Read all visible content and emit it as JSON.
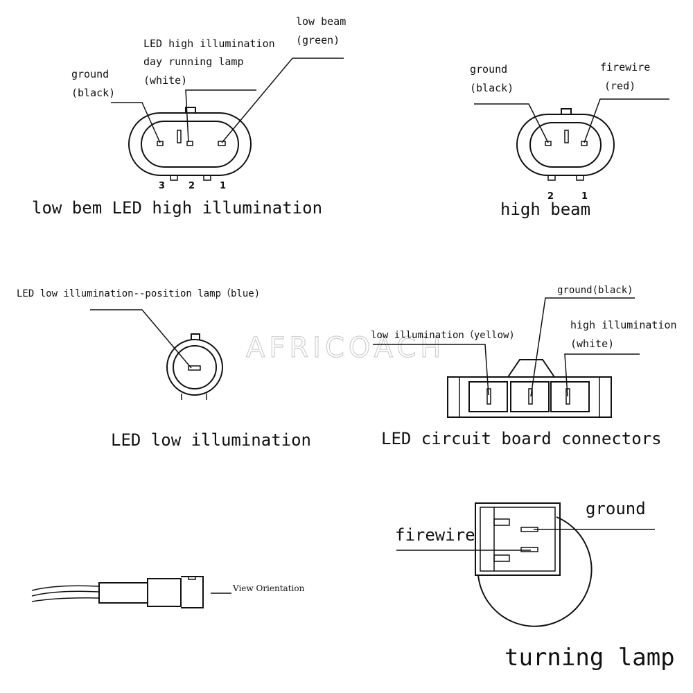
{
  "watermark": "AFRICOACH",
  "connector_low_high": {
    "title": "low bem  LED high illumination",
    "labels": {
      "ground": "ground",
      "ground_color": "(black)",
      "led_line1": "LED high illumination",
      "led_line2": "day running lamp",
      "led_color": "(white)",
      "low_beam": "low beam",
      "low_beam_color": "(green)"
    },
    "pins": [
      "3",
      "2",
      "1"
    ]
  },
  "connector_high_beam": {
    "title": "high beam",
    "labels": {
      "ground": "ground",
      "ground_color": "(black)",
      "firewire": "firewire",
      "firewire_color": "(red)"
    },
    "pins": [
      "2",
      "1"
    ]
  },
  "connector_low_illumination": {
    "title": "LED low illumination",
    "label": "LED low illumination--position lamp（blue)"
  },
  "connector_circuit_board": {
    "title": "LED circuit board connectors",
    "labels": {
      "ground": "ground(black)",
      "low_illumination": "low illumination（yellow)",
      "high_illumination": "high illumination",
      "high_illumination_color": "(white)"
    }
  },
  "cable_view": {
    "label": "View Orientation"
  },
  "turning_lamp": {
    "title": "turning lamp",
    "labels": {
      "ground": "ground",
      "firewire": "firewire"
    }
  }
}
